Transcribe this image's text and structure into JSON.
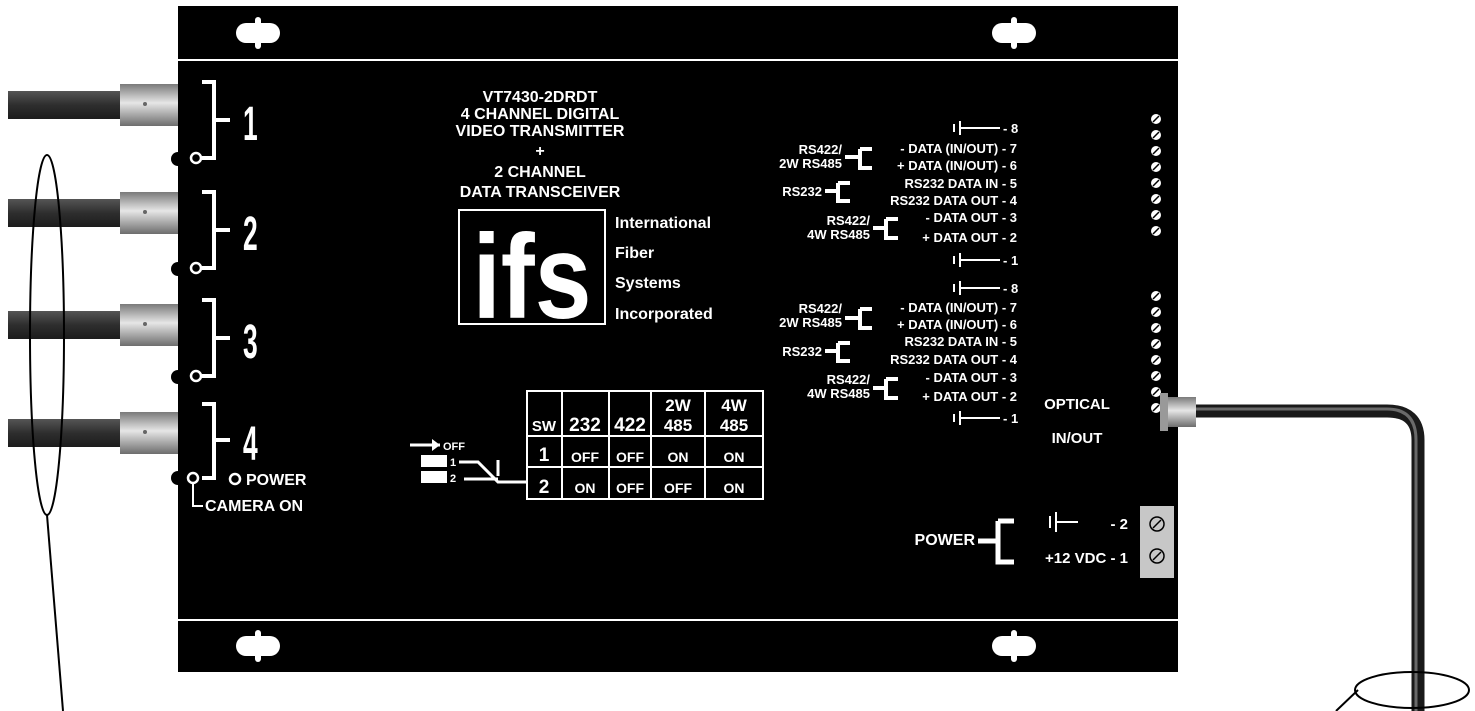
{
  "header": {
    "model": "VT7430-2DRDT",
    "line1": "4 CHANNEL DIGITAL",
    "line2": "VIDEO TRANSMITTER",
    "plus": "+",
    "line3": "2 CHANNEL",
    "line4": "DATA TRANSCEIVER"
  },
  "logo": {
    "mark": "ifs",
    "name1": "International",
    "name2": "Fiber",
    "name3": "Systems",
    "name4": "Incorporated"
  },
  "channels": [
    "1",
    "2",
    "3",
    "4"
  ],
  "indicators": {
    "power": "POWER",
    "camera_on": "CAMERA ON"
  },
  "switch": {
    "off_label": "OFF",
    "pos1": "1",
    "pos2": "2"
  },
  "switch_table": {
    "headers": [
      "SW",
      "232",
      "422",
      "2W",
      "485",
      "4W",
      "485"
    ],
    "rows": [
      [
        "1",
        "OFF",
        "OFF",
        "ON",
        "ON"
      ],
      [
        "2",
        "ON",
        "OFF",
        "OFF",
        "ON"
      ]
    ]
  },
  "data_terminal": {
    "gnd_label": "- 8",
    "rs422_2w": "RS422/",
    "rs485_2w": "2W RS485",
    "pin7": "- DATA (IN/OUT) - 7",
    "pin6": "+ DATA (IN/OUT) - 6",
    "rs232": "RS232",
    "pin5": "RS232 DATA IN - 5",
    "pin4": "RS232 DATA OUT - 4",
    "rs422_4w": "RS422/",
    "rs485_4w": "4W RS485",
    "pin3": "- DATA OUT - 3",
    "pin2": "+ DATA OUT - 2",
    "pin1": "- 1"
  },
  "optical": {
    "line1": "OPTICAL",
    "line2": "IN/OUT"
  },
  "power_terminal": {
    "label": "POWER",
    "pin2": "- 2",
    "pin1": "+12 VDC - 1"
  },
  "colors": {
    "chassis": "#000000",
    "cable": "#3a3a3a",
    "connector": "#b8b8b8",
    "terminal": "#c7c7c7"
  }
}
